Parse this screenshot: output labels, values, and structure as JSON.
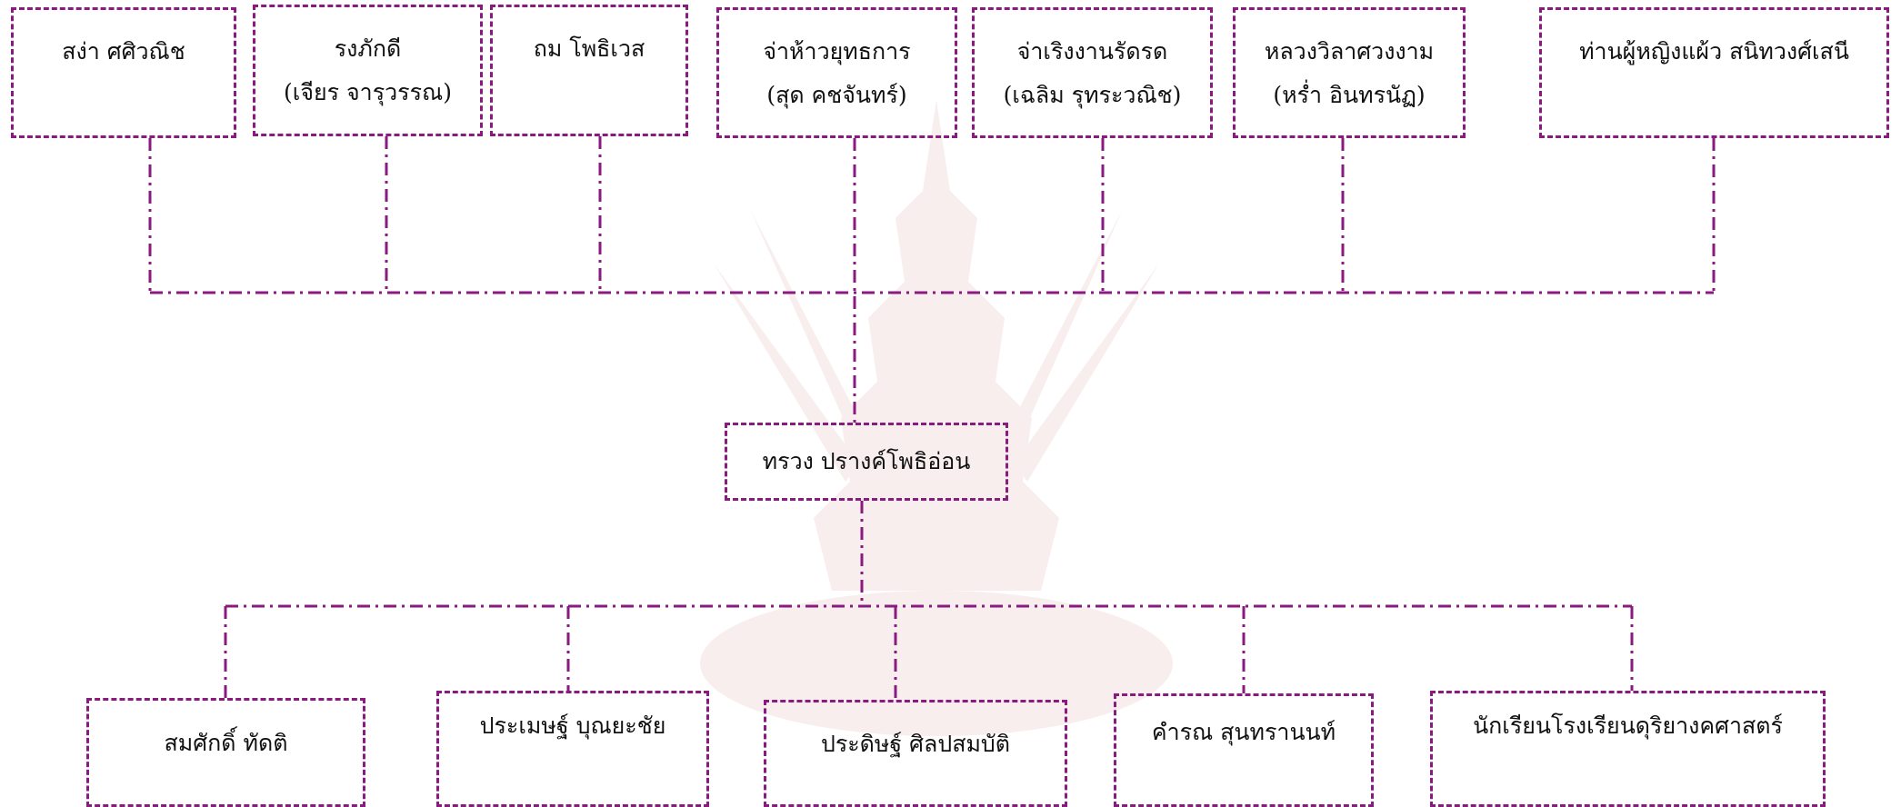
{
  "watermark": {
    "icon": "university-emblem-watermark-icon",
    "color": "#c97a7a"
  },
  "line_color": "#8a1a80",
  "top_row": [
    {
      "lines": [
        "สง่า ศศิวณิช"
      ]
    },
    {
      "lines": [
        "รงภักดี",
        "(เจียร จารุวรรณ)"
      ]
    },
    {
      "lines": [
        "ถม โพธิเวส"
      ]
    },
    {
      "lines": [
        "จ่าห้าวยุทธการ",
        "(สุด คชจันทร์)"
      ]
    },
    {
      "lines": [
        "จ่าเริงงานรัดรด",
        "(เฉลิม รุทระวณิช)"
      ]
    },
    {
      "lines": [
        "หลวงวิลาศวงงาม",
        "(หร่ำ อินทรนัฏ)"
      ]
    },
    {
      "lines": [
        "ท่านผู้หญิงแผ้ว สนิทวงศ์เสนี"
      ]
    }
  ],
  "center": {
    "lines": [
      "ทรวง ปรางค์โพธิอ่อน"
    ]
  },
  "bottom_row": [
    {
      "lines": [
        "สมศักดิ์ ทัดติ"
      ]
    },
    {
      "lines": [
        "ประเมษฐ์ บุณยะชัย"
      ]
    },
    {
      "lines": [
        "ประดิษฐ์ ศิลปสมบัติ"
      ]
    },
    {
      "lines": [
        "คำรณ สุนทรานนท์"
      ]
    },
    {
      "lines": [
        "นักเรียนโรงเรียนดุริยางคศาสตร์"
      ]
    }
  ]
}
